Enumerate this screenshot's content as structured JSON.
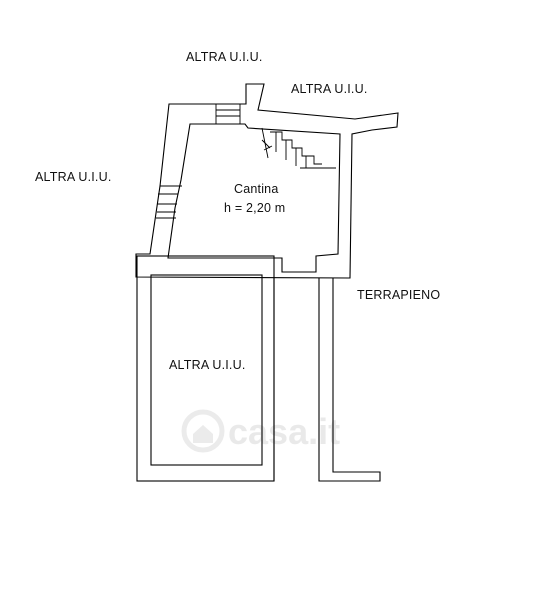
{
  "labels": {
    "altra_top": "ALTRA U.I.U.",
    "altra_top_right": "ALTRA U.I.U.",
    "altra_left": "ALTRA U.I.U.",
    "altra_bottom_room": "ALTRA U.I.U.",
    "cantina": "Cantina",
    "cantina_height": "h = 2,20 m",
    "terrapieno": "TERRAPIENO"
  },
  "watermark": {
    "text": "casa.it",
    "color": "#e9e9e9"
  },
  "colors": {
    "line": "#000000",
    "background": "#ffffff"
  }
}
